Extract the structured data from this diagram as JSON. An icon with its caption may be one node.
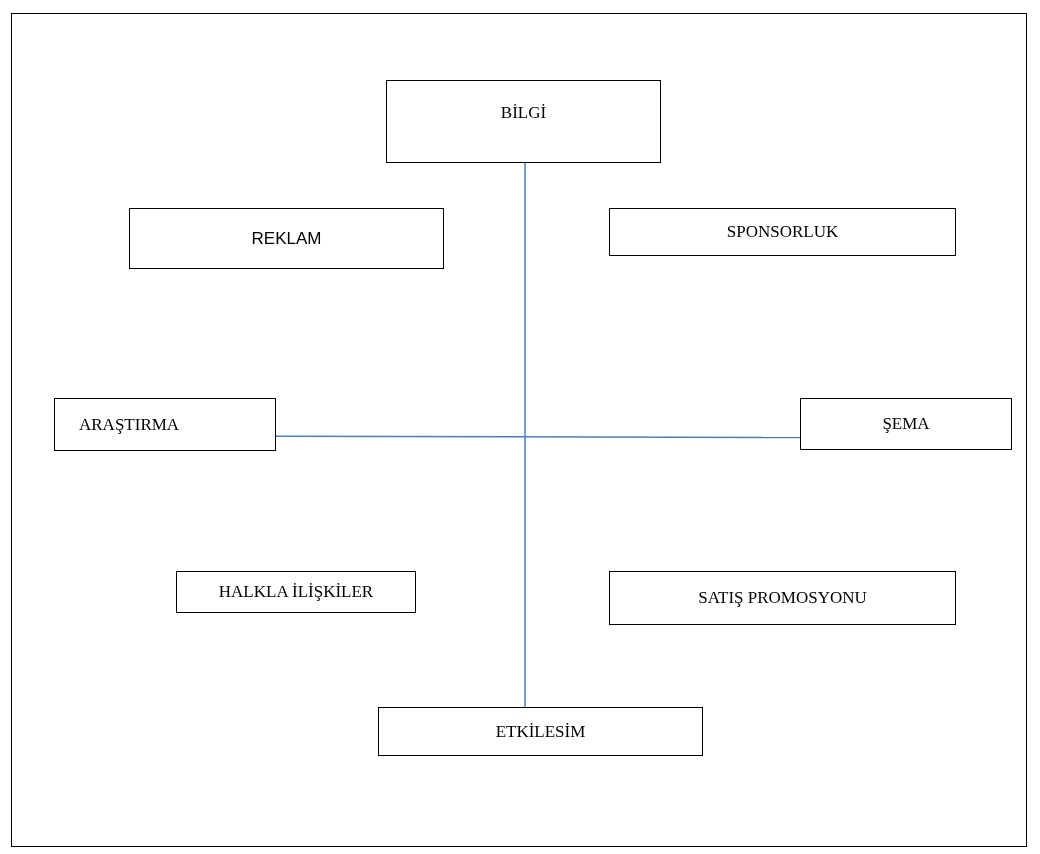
{
  "diagram": {
    "nodes": [
      {
        "text": [
          "BİLGİ"
        ]
      },
      {
        "text": [
          "REKLAM"
        ]
      },
      {
        "text": [
          "SPONSORLUK"
        ]
      },
      {
        "text": [
          "ARAŞTIRMA"
        ]
      },
      {
        "text": [
          "ŞEMA"
        ]
      },
      {
        "text": [
          "HALKLA İLİŞKİLER"
        ]
      },
      {
        "text": [
          "SATIŞ PROMOSYONU"
        ]
      },
      {
        "text": [
          "ETKİLESİM"
        ]
      }
    ],
    "edges": [
      {
        "from": 0,
        "to": 7,
        "arrow": "none"
      },
      {
        "from": 3,
        "to": 4,
        "arrow": "none"
      }
    ]
  }
}
